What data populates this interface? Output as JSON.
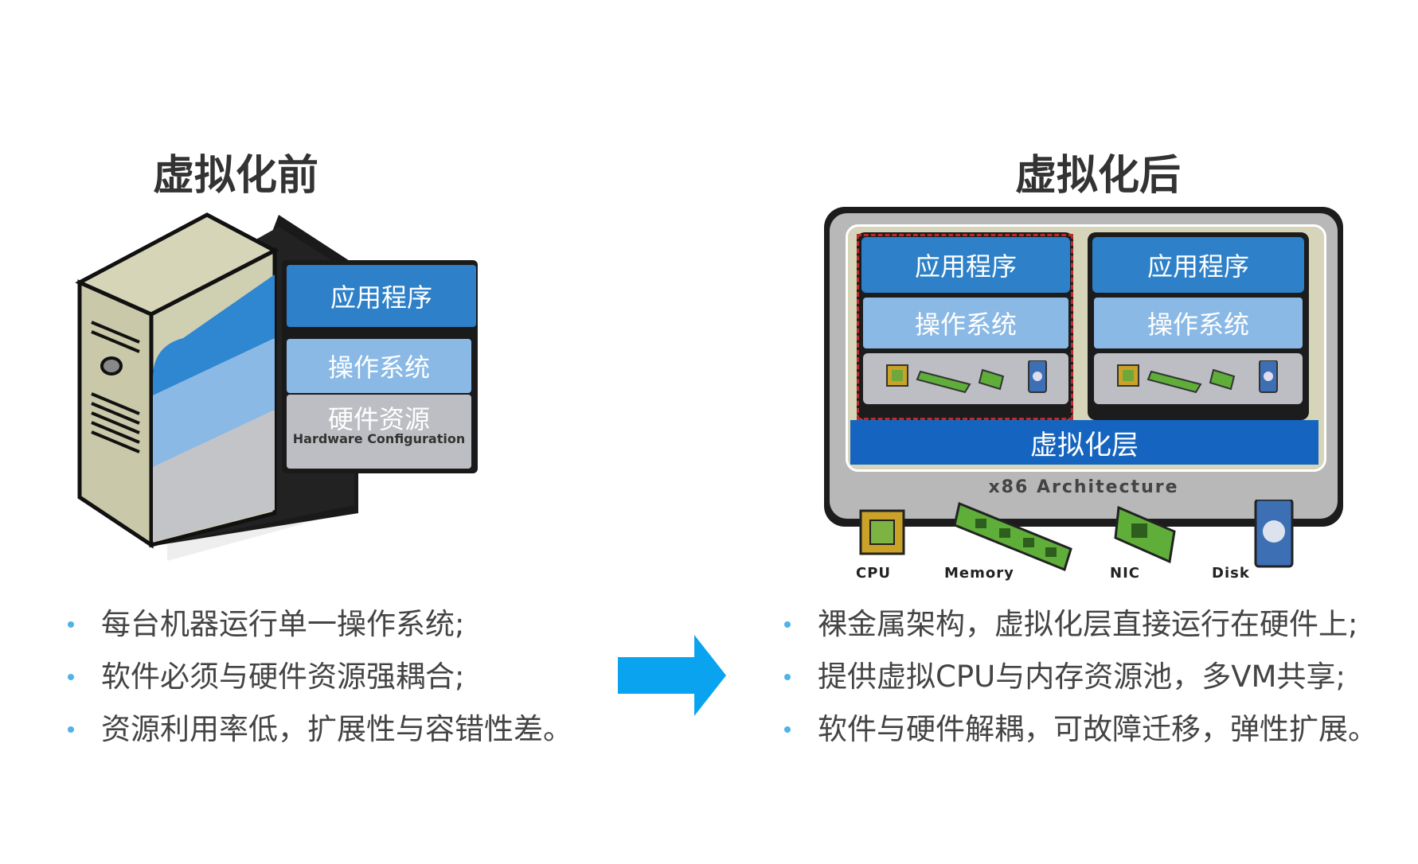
{
  "before": {
    "title": "虚拟化前",
    "layers": {
      "app": "应用程序",
      "os": "操作系统",
      "hardware": "硬件资源",
      "hardware_subtext": "Hardware Configuration"
    },
    "bullets": [
      "每台机器运行单一操作系统;",
      "软件必须与硬件资源强耦合;",
      "资源利用率低，扩展性与容错性差。"
    ]
  },
  "after": {
    "title": "虚拟化后",
    "vms": [
      {
        "app": "应用程序",
        "os": "操作系统"
      },
      {
        "app": "应用程序",
        "os": "操作系统"
      }
    ],
    "virtualization_layer": "虚拟化层",
    "architecture": "x86 Architecture",
    "hardware": [
      "CPU",
      "Memory",
      "NIC",
      "Disk"
    ],
    "bullets": [
      "裸金属架构，虚拟化层直接运行在硬件上;",
      "提供虚拟CPU与内存资源池，多VM共享;",
      "软件与硬件解耦，可故障迁移，弹性扩展。"
    ]
  },
  "colors": {
    "app_blue": "#2e80c8",
    "os_light_blue": "#8ab9e6",
    "hardware_gray": "#bdbec3",
    "virtualization_blue": "#1565c0",
    "arrow_blue": "#0aa3f0",
    "bullet_dot": "#4fb3e8"
  }
}
